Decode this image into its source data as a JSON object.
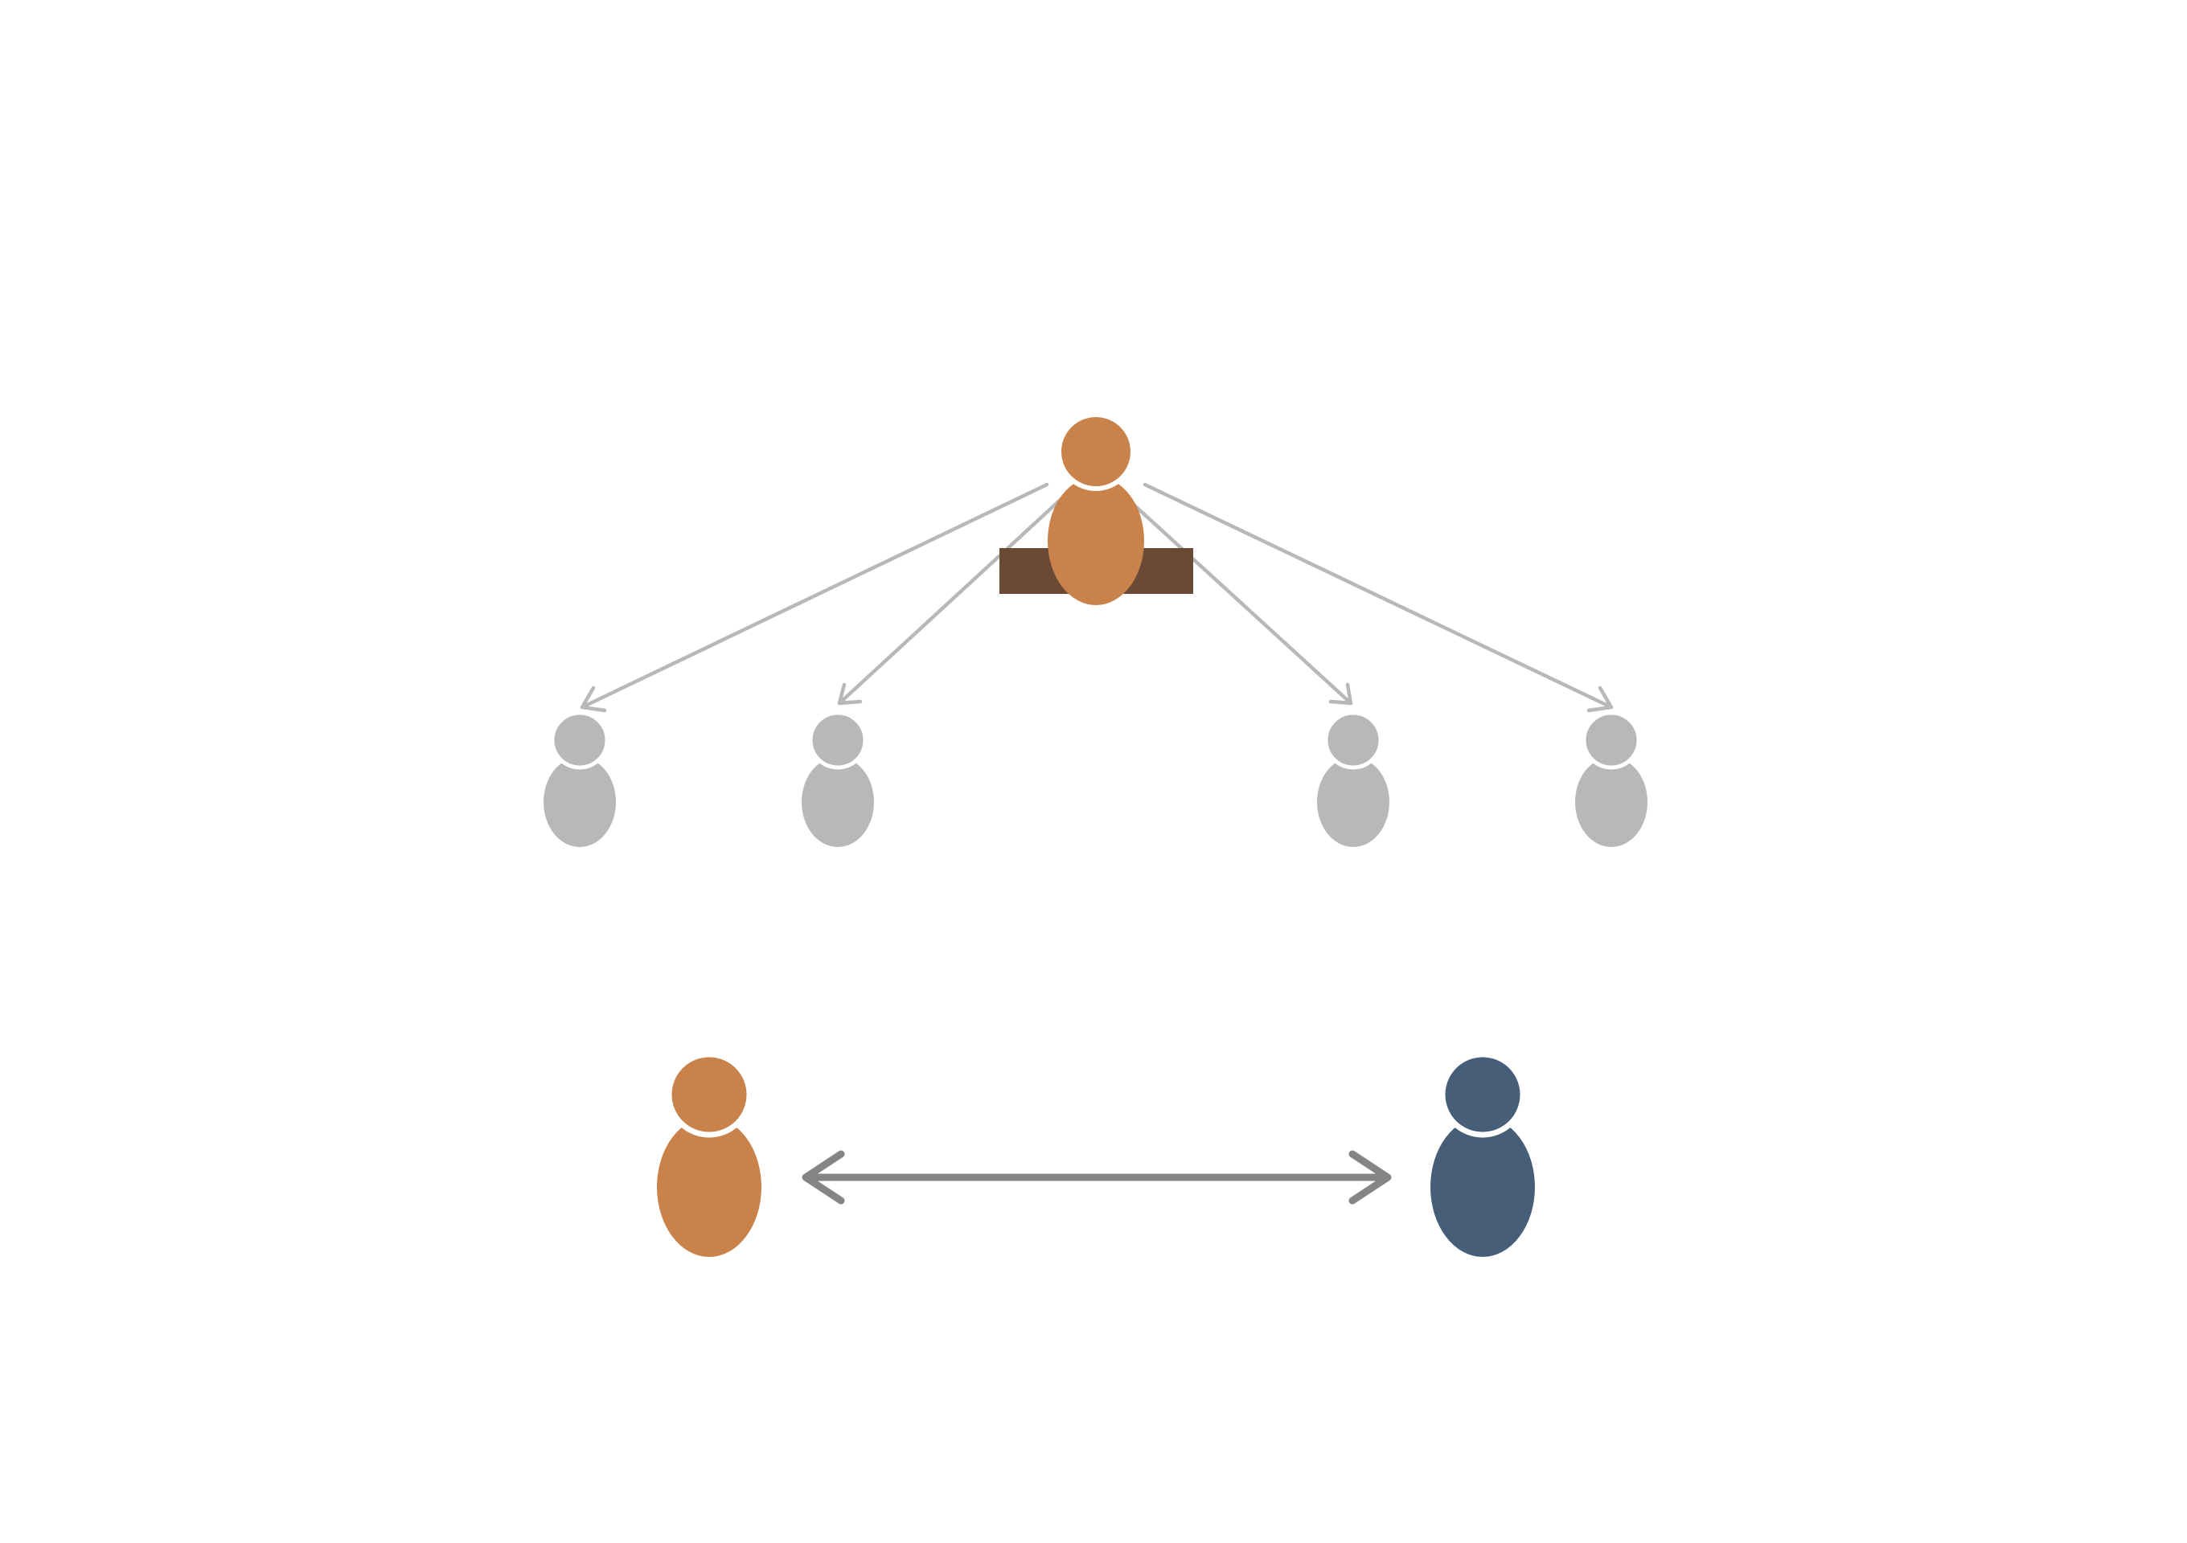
{
  "colors": {
    "background": "#ffffff",
    "speaker": "#c9824a",
    "podium": "#6b4a35",
    "audience": "#b8b8b8",
    "broadcast_arrow": "#b8b8b8",
    "peer_left": "#c9824a",
    "peer_right": "#465e78",
    "exchange_arrow": "#858585"
  },
  "icons": {
    "speaker": "person-icon",
    "audience": "person-icon",
    "peer": "person-icon",
    "podium": "podium-icon"
  },
  "scenes": {
    "broadcast": {
      "audience_count": 4,
      "arrow_direction": "one-to-many"
    },
    "exchange": {
      "participants": 2,
      "arrow_direction": "bidirectional"
    }
  }
}
